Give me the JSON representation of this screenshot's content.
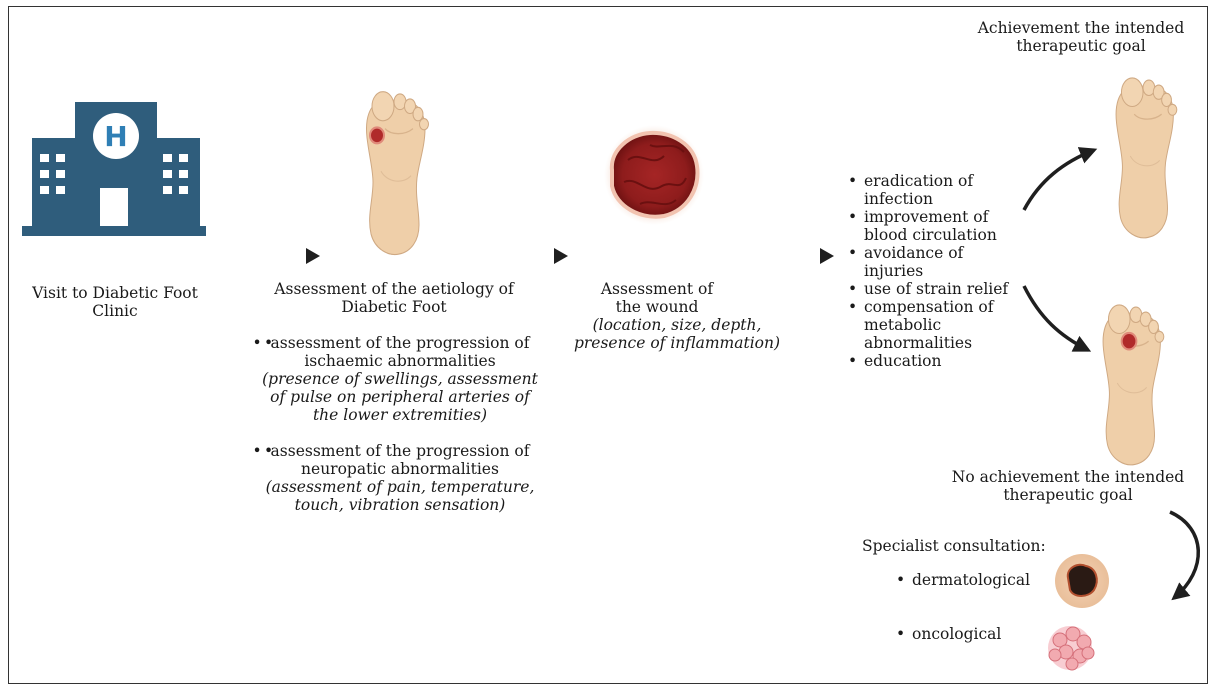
{
  "clinic": {
    "title": "Visit to Diabetic Foot Clinic",
    "emblem": "H"
  },
  "aetiology": {
    "title": "Assessment of the aetiology of Diabetic Foot",
    "items": [
      {
        "text": "assessment of the progression of ischaemic abnormalities",
        "detail": "(presence of swellings, assessment of pulse on peripheral arteries of the lower extremities)"
      },
      {
        "text": "assessment of the progression of neuropatic abnormalities",
        "detail": "(assessment of pain, temperature, touch, vibration sensation)"
      }
    ]
  },
  "wound": {
    "title": "Assessment of the wound",
    "detail": "(location, size, depth, presence of inflammation)"
  },
  "treatment": {
    "items": [
      "eradication of infection",
      "improvement of blood circulation",
      "avoidance of injuries",
      "use of strain relief",
      "compensation of metabolic abnormalities",
      "education"
    ]
  },
  "outcomes": {
    "achieved": "Achievement the intended therapeutic goal",
    "not_achieved": "No achievement the intended therapeutic goal"
  },
  "consultation": {
    "title": "Specialist consultation:",
    "items": [
      "dermatological",
      "oncological"
    ]
  },
  "colors": {
    "hospital": "#2f5d7c",
    "skin": "#efcfa9",
    "wound": "#b02a2a",
    "arrow": "#1f1f1f"
  }
}
